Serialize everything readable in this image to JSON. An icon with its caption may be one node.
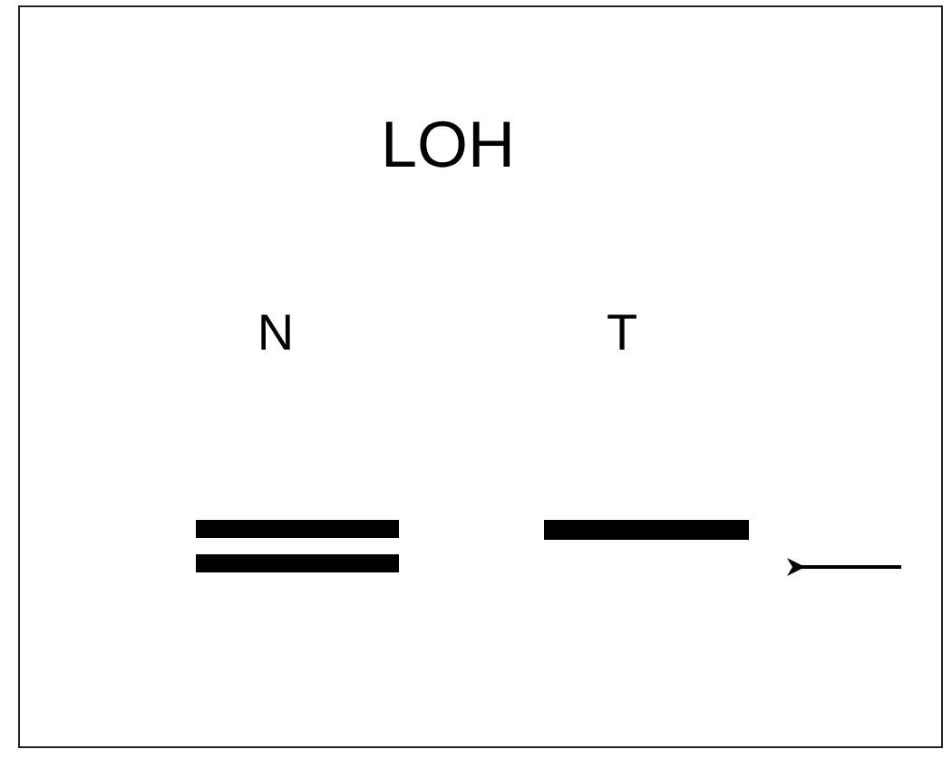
{
  "diagram": {
    "labels": [
      "LOH",
      "N",
      "T"
    ]
  }
}
